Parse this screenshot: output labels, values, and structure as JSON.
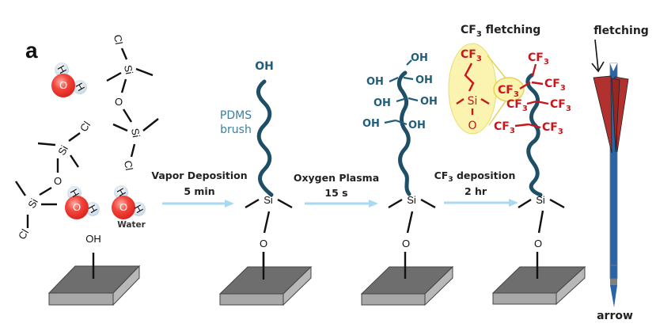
{
  "panel_label": "a",
  "stage1": {
    "water_label": "Water",
    "water_atoms": {
      "oxygen": "O",
      "hydrogen": "H"
    },
    "surface_group": "OH",
    "precursor_atoms": {
      "silicon": "Si",
      "oxygen": "O",
      "chlorine": "Cl"
    }
  },
  "steps": [
    {
      "label": "Vapor Deposition",
      "time": "5 min"
    },
    {
      "label": "Oxygen Plasma",
      "time": "15 s"
    },
    {
      "label_main": "CF",
      "label_sub": "3",
      "label_rest": " deposition",
      "time": "2 hr"
    }
  ],
  "stage2": {
    "terminal_group": "OH",
    "brush_label_line1": "PDMS",
    "brush_label_line2": "brush",
    "anchor_atoms": {
      "silicon": "Si",
      "oxygen": "O"
    }
  },
  "stage3": {
    "hydroxyl_groups": [
      "OH",
      "OH",
      "OH",
      "OH",
      "OH",
      "OH",
      "OH"
    ],
    "anchor_atoms": {
      "silicon": "Si",
      "oxygen": "O"
    }
  },
  "stage4": {
    "title_main": "CF",
    "title_sub": "3",
    "title_rest": " fletching",
    "inset_atoms": {
      "group": "CF",
      "sub": "3",
      "silicon": "Si",
      "oxygen": "O"
    },
    "cf3_groups": [
      "CF",
      "CF",
      "CF",
      "CF",
      "CF",
      "CF",
      "CF"
    ],
    "cf3_sub": "3",
    "anchor_atoms": {
      "silicon": "Si",
      "oxygen": "O"
    }
  },
  "arrow_analogy": {
    "top_label": "fletching",
    "bottom_label": "arrow"
  },
  "colors": {
    "brush": "#1e4f66",
    "hydroxyl": "#1f5d7a",
    "cf3": "#c8161d",
    "highlight": "#fbf4b0",
    "process_arrow": "#a9d9f0",
    "substrate_top": "#6e6e6e",
    "substrate_side": "#a8a8a8",
    "arrow_shaft": "#2b64a6",
    "fletching": "#b2302d"
  }
}
